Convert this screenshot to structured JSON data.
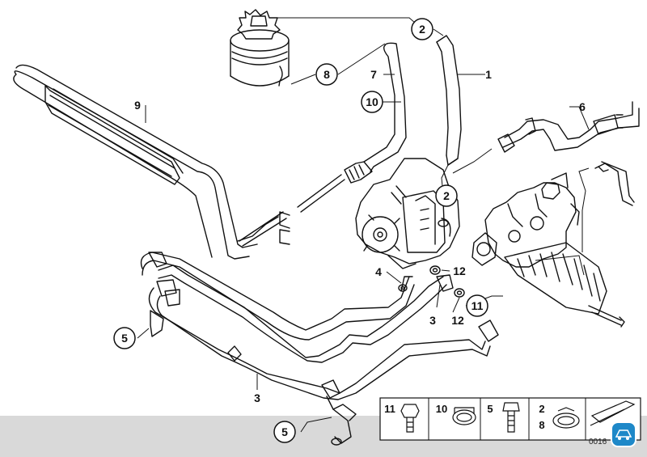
{
  "diagram": {
    "callouts": {
      "c1": "1",
      "c2_top": "2",
      "c2_mid": "2",
      "c3_mid": "3",
      "c3_bottom": "3",
      "c4": "4",
      "c5_left": "5",
      "c5_bottom": "5",
      "c6": "6",
      "c7": "7",
      "c8": "8",
      "c9": "9",
      "c10": "10",
      "c11": "11",
      "c12_top": "12",
      "c12_bottom": "12"
    },
    "legend": {
      "items": [
        "11",
        "10",
        "5",
        "2",
        "8"
      ]
    },
    "diagram_number": "0016",
    "colors": {
      "line": "#111111",
      "band": "#d9d9d9",
      "badge": "#1e88c8"
    },
    "watermark_icon": "car-badge-icon"
  }
}
